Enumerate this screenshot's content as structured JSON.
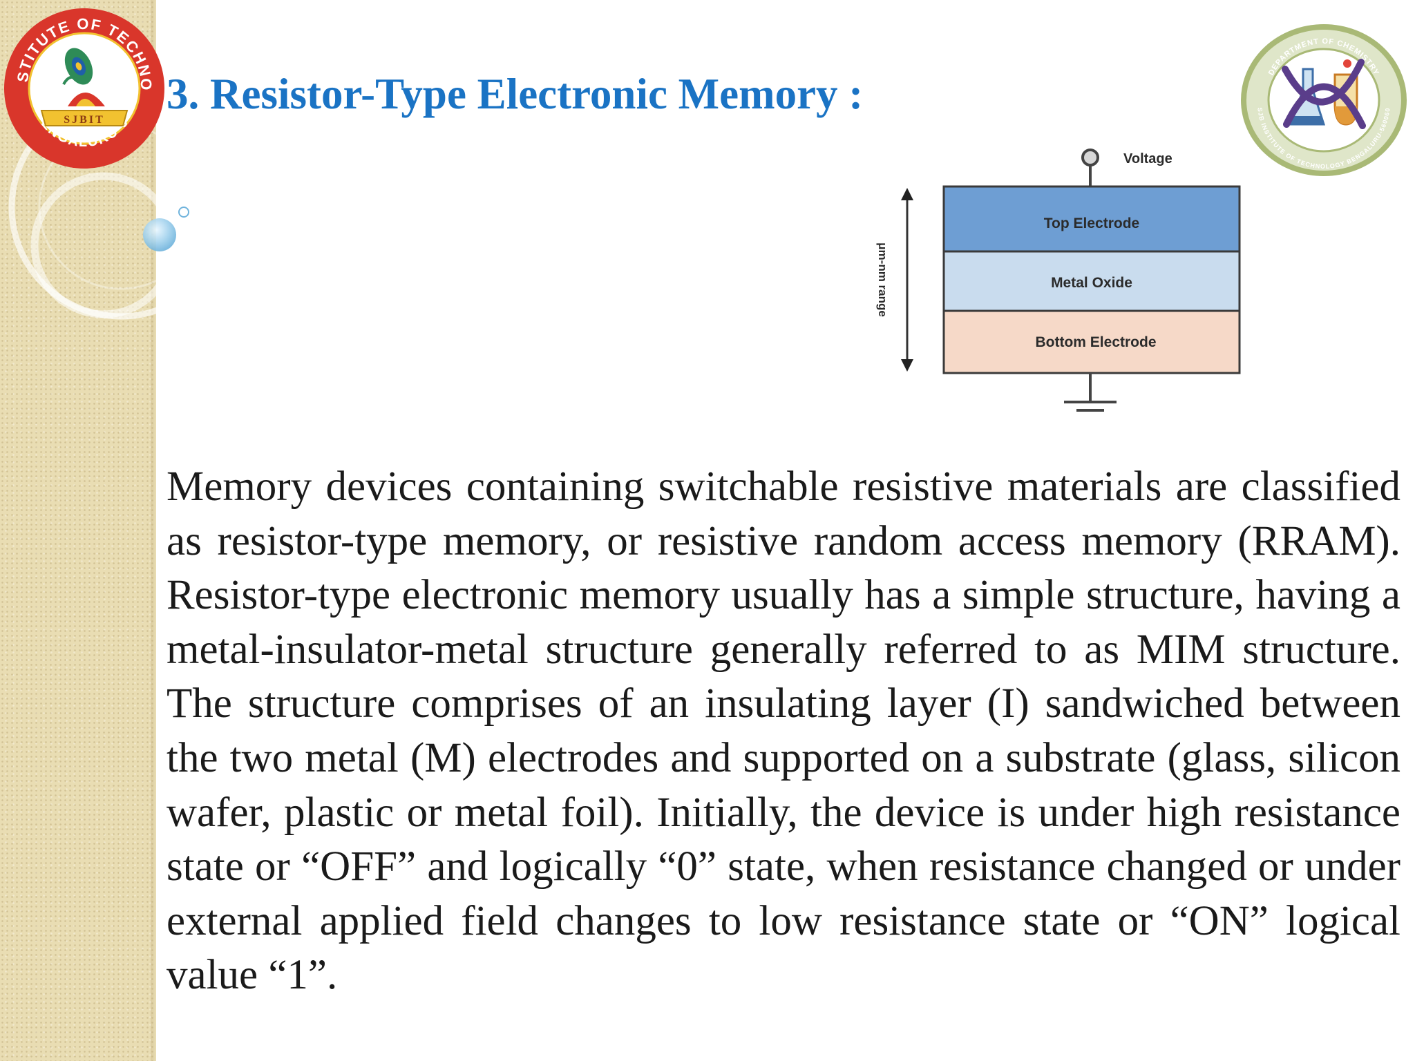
{
  "slide": {
    "title": "3. Resistor-Type Electronic Memory :",
    "body": "Memory devices containing switchable resistive materials are classified as resistor-type memory, or resistive random access memory (RRAM). Resistor-type electronic memory usually has a simple structure, having a metal-insulator-metal structure generally referred to as MIM structure. The structure comprises of an insulating layer (I) sandwiched between the two metal (M) electrodes and supported on a substrate (glass, silicon wafer, plastic or metal foil). Initially, the device is under high resistance state or “OFF” and logically “0” state, when resistance changed or under external applied field changes to low resistance state or “ON” logical value “1”."
  },
  "diagram": {
    "voltage_label": "Voltage",
    "layers": [
      {
        "label": "Top Electrode",
        "color": "#6e9ed3"
      },
      {
        "label": "Metal Oxide",
        "color": "#c9dcee"
      },
      {
        "label": "Bottom Electrode",
        "color": "#f6d9c8"
      }
    ],
    "range_label": "μm-nm range"
  },
  "logos": {
    "left": {
      "top_text": "SJB INSTITUTE OF TECHNOLOGY",
      "bottom_text": "BENGALURU-60",
      "ribbon_text": "SJBIT"
    },
    "right": {
      "top_text": "DEPARTMENT OF CHEMISTRY",
      "bottom_text": "SJB INSTITUTE OF TECHNOLOGY BENGALURU-560060"
    }
  },
  "colors": {
    "title": "#1a73c4",
    "body_text": "#1a1a1a",
    "side_strip": "#e9ddb3",
    "logo_left_ring": "#d9362b",
    "logo_right_ring": "#a9b976"
  }
}
